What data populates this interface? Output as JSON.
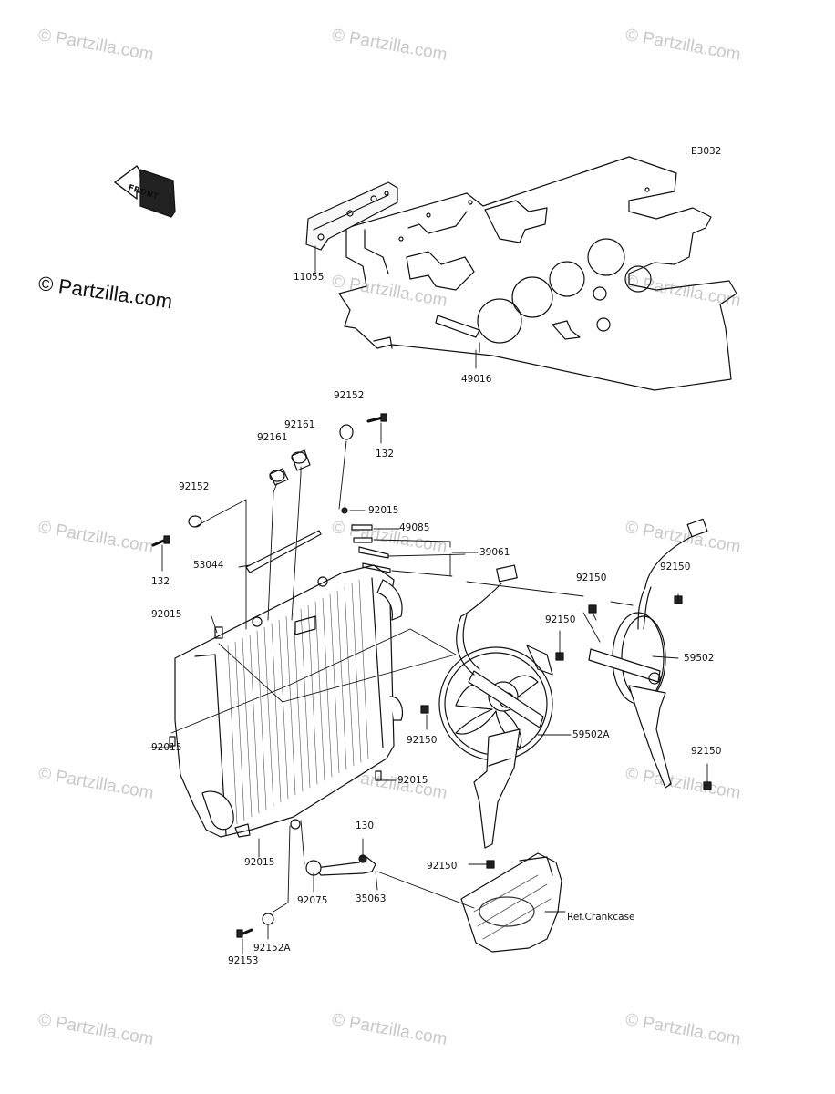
{
  "diagram": {
    "code": "E3032",
    "front_label": "FRONT",
    "ref_label": "Ref.Crankcase",
    "watermark": "© Partzilla.com",
    "watermark_big": "© Partzilla.com"
  },
  "parts": [
    {
      "id": "p11055",
      "number": "11055"
    },
    {
      "id": "p49016",
      "number": "49016"
    },
    {
      "id": "p92152a",
      "number": "92152"
    },
    {
      "id": "p132a",
      "number": "132"
    },
    {
      "id": "p92161a",
      "number": "92161"
    },
    {
      "id": "p92161b",
      "number": "92161"
    },
    {
      "id": "p92152b",
      "number": "92152"
    },
    {
      "id": "p132b",
      "number": "132"
    },
    {
      "id": "p53044",
      "number": "53044"
    },
    {
      "id": "p92015a",
      "number": "92015"
    },
    {
      "id": "p49085",
      "number": "49085"
    },
    {
      "id": "p39061",
      "number": "39061"
    },
    {
      "id": "p92015b",
      "number": "92015"
    },
    {
      "id": "p92015c",
      "number": "92015"
    },
    {
      "id": "p92150a",
      "number": "92150"
    },
    {
      "id": "p92150b",
      "number": "92150"
    },
    {
      "id": "p92150c",
      "number": "92150"
    },
    {
      "id": "p59502",
      "number": "59502"
    },
    {
      "id": "p92150d",
      "number": "92150"
    },
    {
      "id": "p59502a",
      "number": "59502A"
    },
    {
      "id": "p92015d",
      "number": "92015"
    },
    {
      "id": "p92150e",
      "number": "92150"
    },
    {
      "id": "p92015e",
      "number": "92015"
    },
    {
      "id": "p130",
      "number": "130"
    },
    {
      "id": "p92150f",
      "number": "92150"
    },
    {
      "id": "p92075",
      "number": "92075"
    },
    {
      "id": "p35063",
      "number": "35063"
    },
    {
      "id": "p92152c",
      "number": "92152A"
    },
    {
      "id": "p92153",
      "number": "92153"
    }
  ]
}
